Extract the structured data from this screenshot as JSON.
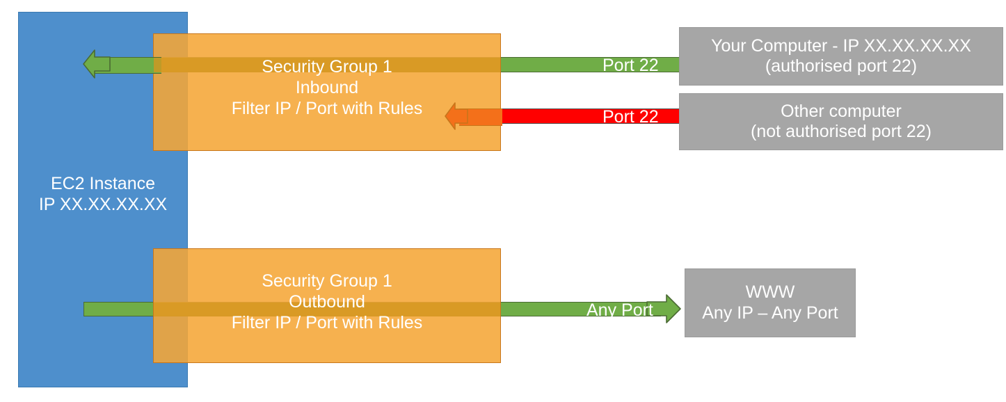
{
  "diagram": {
    "title": "AWS EC2 Security Group Inbound and Outbound Traffic Filtering",
    "colors": {
      "instance_blue": "#4E8FCC",
      "security_group_orange": "#F5A637",
      "allowed_green": "#70AD47",
      "blocked_red": "#FF0000",
      "blocked_arrow_orange": "#F4701A",
      "endpoint_grey": "#A6A6A6",
      "text_white": "#FFFFFF"
    }
  },
  "instance": {
    "name": "EC2 Instance",
    "ip": "IP XX.XX.XX.XX"
  },
  "security_groups": {
    "inbound": {
      "name": "Security Group 1",
      "direction": "Inbound",
      "rule": "Filter IP / Port with Rules"
    },
    "outbound": {
      "name": "Security Group 1",
      "direction": "Outbound",
      "rule": "Filter IP / Port with Rules"
    }
  },
  "endpoints": {
    "your_computer": {
      "line1": "Your Computer - IP XX.XX.XX.XX",
      "line2": "(authorised port 22)"
    },
    "other_computer": {
      "line1": "Other computer",
      "line2": "(not authorised port 22)"
    },
    "www": {
      "line1": "WWW",
      "line2": "Any IP – Any Port"
    }
  },
  "connections": {
    "allowed_inbound": {
      "label": "Port 22",
      "status": "allowed",
      "color": "#70AD47"
    },
    "blocked_inbound": {
      "label": "Port 22",
      "status": "blocked",
      "color": "#FF0000"
    },
    "allowed_outbound": {
      "label": "Any Port",
      "status": "allowed",
      "color": "#70AD47"
    }
  }
}
